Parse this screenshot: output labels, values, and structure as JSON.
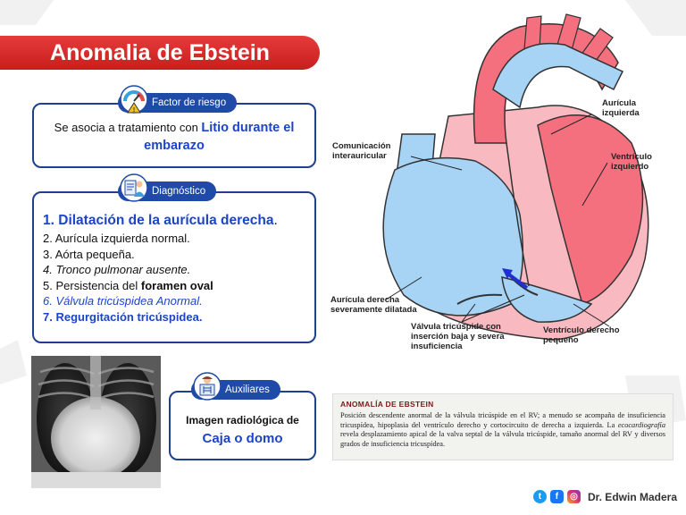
{
  "title": "Anomalia de Ebstein",
  "risk": {
    "pill": "Factor de riesgo",
    "text": "Se asocia a tratamiento con ",
    "highlight": "Litio durante el embarazo"
  },
  "diagnosis": {
    "pill": "Diagnóstico",
    "items": [
      {
        "n": "1.",
        "text": "Dilatación de la aurícula derecha",
        "suffix": "."
      },
      {
        "n": "2.",
        "text": "Aurícula izquierda normal."
      },
      {
        "n": "3.",
        "text": "Aórta pequeña."
      },
      {
        "n": "4.",
        "text": "Tronco pulmonar ausente."
      },
      {
        "n": "5.",
        "text": "Persistencia del ",
        "bold": "foramen oval"
      },
      {
        "n": "6.",
        "text": "Válvula tricúspidea Anormal."
      },
      {
        "n": "7.",
        "text": "Regurgitación tricúspidea."
      }
    ]
  },
  "aux": {
    "pill": "Auxiliares",
    "text": "Imagen radiológica de",
    "highlight": "Caja o domo"
  },
  "heart_labels": {
    "comunicacion": "Comunicación interauricular",
    "auricula_izq": "Aurícula izquierda",
    "ventriculo_izq": "Ventrículo izquierdo",
    "auricula_der": "Aurícula derecha severamente dilatada",
    "valvula": "Válvula tricúspide con inserción baja y severa insuficiencia",
    "ventriculo_der": "Ventrículo derecho pequeño"
  },
  "excerpt": {
    "heading": "ANOMALÍA DE EBSTEIN",
    "body_1": "Posición descendente anormal de la válvula tricúspide en el RV; a menudo se acompaña de insuficiencia tricuspídea, hipoplasia del ventrículo derecho y cortocircuito de derecha a izquierda. La ",
    "body_italic": "ecocardiografía",
    "body_2": " revela desplazamiento apical de la valva septal de la válvula tricúspide, tamaño anormal del RV y diversos grados de insuficiencia tricuspídea."
  },
  "footer": {
    "author": "Dr. Edwin Madera",
    "icons": [
      "twitter-icon",
      "facebook-icon",
      "instagram-icon"
    ]
  },
  "colors": {
    "red": "#d62828",
    "navy": "#1f3f8f",
    "blue_text": "#1c44c9",
    "heart_red": "#f4707e",
    "heart_blue": "#a7d3f5"
  }
}
